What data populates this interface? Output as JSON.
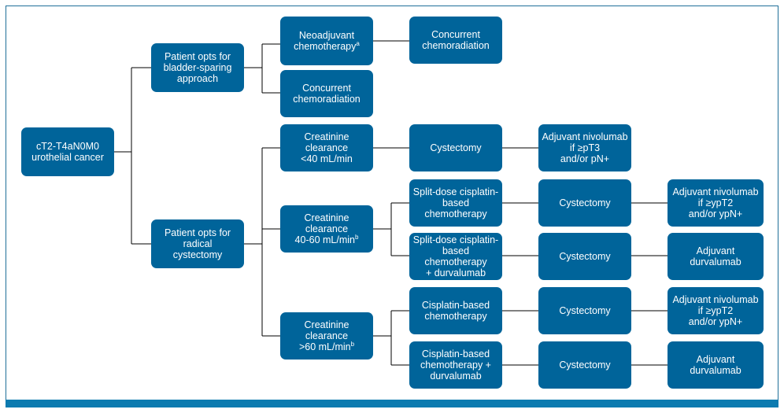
{
  "colors": {
    "box_fill": "#00649a",
    "connector": "#000000",
    "border": "#1f6f99",
    "bottom_bar": "#0c7bb0"
  },
  "nodes": {
    "root": {
      "text": "cT2-T4aN0M0\nurothelial cancer"
    },
    "bladder_sparing": {
      "text": "Patient opts for\nbladder-sparing\napproach"
    },
    "neoadjuvant": {
      "text": "Neoadjuvant\nchemotherapy",
      "sup": "a"
    },
    "concurrent_a": {
      "text": "Concurrent\nchemoradiation"
    },
    "concurrent_b": {
      "text": "Concurrent\nchemoradiation"
    },
    "radical": {
      "text": "Patient opts for\nradical\ncystectomy"
    },
    "crcl_lt40": {
      "text": "Creatinine clearance\n<40 mL/min"
    },
    "crcl_40_60": {
      "text": "Creatinine clearance\n40-60 mL/min",
      "sup": "b"
    },
    "crcl_gt60": {
      "text": "Creatinine clearance\n>60 mL/min",
      "sup": "b"
    },
    "cyst_1": {
      "text": "Cystectomy"
    },
    "nivo_1": {
      "text": "Adjuvant nivolumab\nif ≥pT3\nand/or pN+"
    },
    "split_dose": {
      "text": "Split-dose cisplatin-\nbased chemotherapy"
    },
    "split_dose_durva": {
      "text": "Split-dose cisplatin-\nbased chemotherapy\n+ durvalumab"
    },
    "cyst_2": {
      "text": "Cystectomy"
    },
    "cyst_3": {
      "text": "Cystectomy"
    },
    "nivo_2": {
      "text": "Adjuvant nivolumab\nif ≥ypT2\nand/or ypN+"
    },
    "durva_1": {
      "text": "Adjuvant\ndurvalumab"
    },
    "cis_chemo": {
      "text": "Cisplatin-based\nchemotherapy"
    },
    "cis_chemo_durva": {
      "text": "Cisplatin-based\nchemotherapy +\ndurvalumab"
    },
    "cyst_4": {
      "text": "Cystectomy"
    },
    "cyst_5": {
      "text": "Cystectomy"
    },
    "nivo_3": {
      "text": "Adjuvant nivolumab\nif ≥ypT2\nand/or ypN+"
    },
    "durva_2": {
      "text": "Adjuvant\ndurvalumab"
    }
  }
}
